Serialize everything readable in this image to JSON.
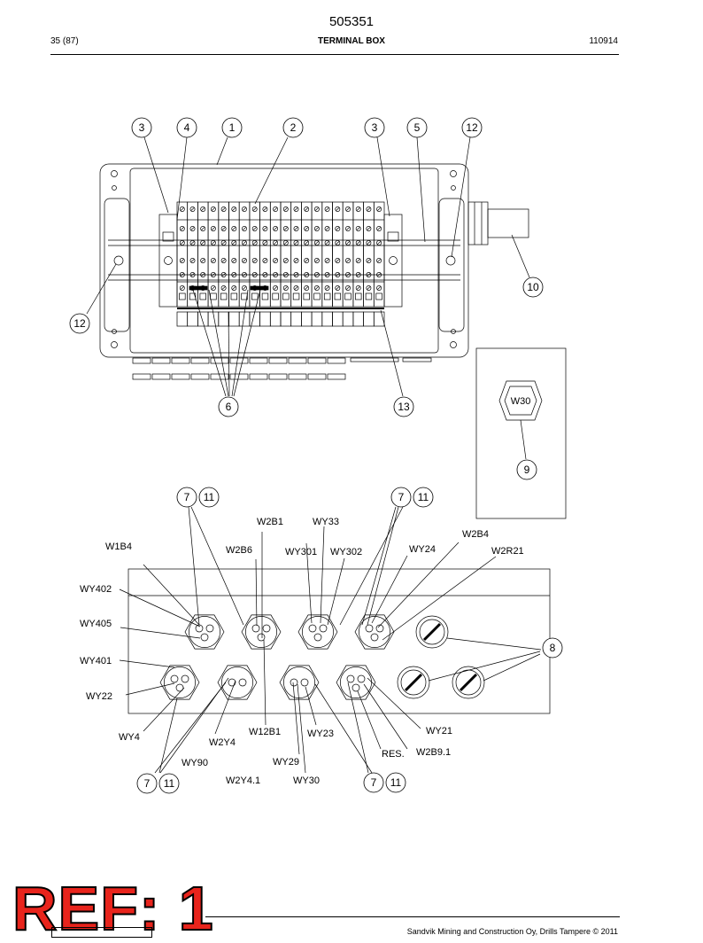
{
  "header": {
    "doc_number": "505351",
    "page": "35 (87)",
    "title": "TERMINAL BOX",
    "date": "110914"
  },
  "callouts_top": [
    "3",
    "4",
    "1",
    "2",
    "3",
    "5",
    "12",
    "12",
    "10",
    "6",
    "13",
    "9"
  ],
  "hex_label": "W30",
  "callouts_bottom": [
    "7",
    "11",
    "7",
    "11",
    "8",
    "7",
    "11",
    "7",
    "11"
  ],
  "wire_labels": {
    "w2b1": "W2B1",
    "wy33": "WY33",
    "w2b4": "W2B4",
    "w1b4": "W1B4",
    "w2b6": "W2B6",
    "wy301": "WY301",
    "wy302": "WY302",
    "wy24": "WY24",
    "w2r21": "W2R21",
    "wy402": "WY402",
    "wy405": "WY405",
    "wy401": "WY401",
    "wy22": "WY22",
    "wy4": "WY4",
    "w2y4": "W2Y4",
    "w12b1": "W12B1",
    "wy23": "WY23",
    "wy21": "WY21",
    "res": "RES.",
    "w2b91": "W2B9.1",
    "wy90": "WY90",
    "wy29": "WY29",
    "w2y41": "W2Y4.1",
    "wy30": "WY30"
  },
  "ref_stamp": "REF: 1",
  "footer": "Sandvik Mining and Construction Oy, Drills Tampere © 2011"
}
